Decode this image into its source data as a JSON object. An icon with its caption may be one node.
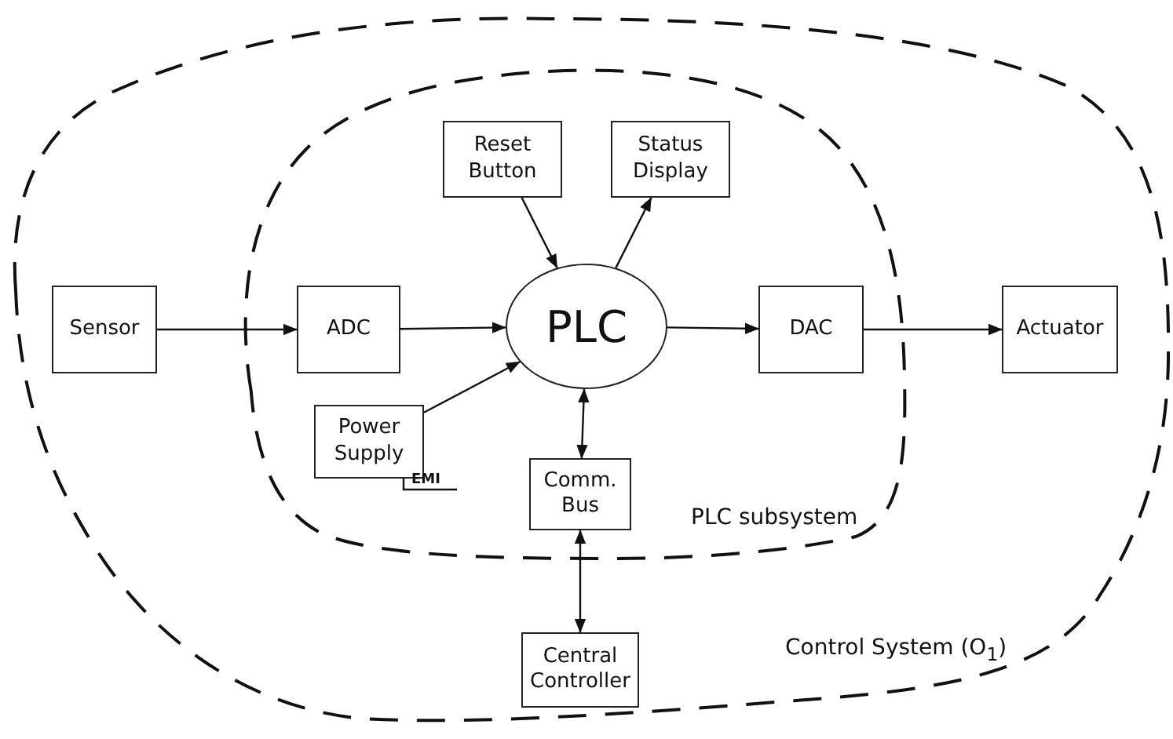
{
  "diagram": {
    "nodes": [
      {
        "text": [
          "Control System (O$_{1}$)"
        ]
      },
      {
        "text": [
          "PLC subsystem"
        ],
        "in": 0
      },
      {
        "text": [
          "Sensor"
        ],
        "in": 0
      },
      {
        "text": [
          "Reset Button"
        ],
        "in": 1
      },
      {
        "text": [
          "Status Display"
        ],
        "in": 1
      },
      {
        "text": [
          "ADC"
        ],
        "in": 1
      },
      {
        "text": [
          "PLC"
        ],
        "in": 1
      },
      {
        "text": [
          "DAC"
        ],
        "in": 1
      },
      {
        "text": [
          "Actuator"
        ],
        "in": 0
      },
      {
        "text": [
          "Power Supply"
        ],
        "in": 1,
        "beside": [
          "EMI"
        ]
      },
      {
        "text": [
          "Comm. Bus"
        ],
        "in": 1
      },
      {
        "text": [
          "Central Controller"
        ],
        "in": 0
      }
    ],
    "edges": [
      {
        "from": 2,
        "to": 5,
        "arrow": "to"
      },
      {
        "from": 5,
        "to": 6,
        "arrow": "to"
      },
      {
        "from": 6,
        "to": 7,
        "arrow": "to"
      },
      {
        "from": 7,
        "to": 8,
        "arrow": "to"
      },
      {
        "from": 3,
        "to": 6,
        "arrow": "to"
      },
      {
        "from": 6,
        "to": 4,
        "arrow": "to"
      },
      {
        "from": 9,
        "to": 6,
        "arrow": "to"
      },
      {
        "from": 6,
        "to": 10,
        "arrow": "both"
      },
      {
        "from": 10,
        "to": 11,
        "arrow": "both"
      }
    ]
  }
}
